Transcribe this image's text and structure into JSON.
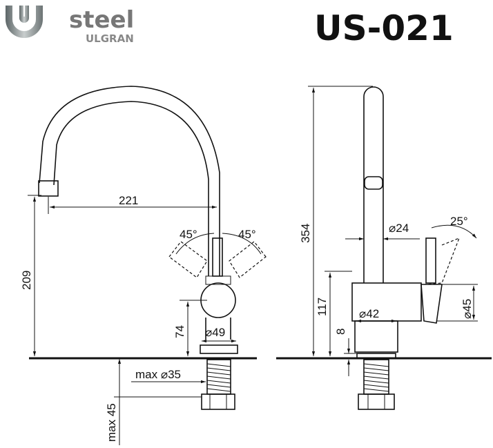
{
  "logo": {
    "brand": "steel",
    "sub": "ULGRAN"
  },
  "model": "US-021",
  "front_view": {
    "dims": {
      "reach": "221",
      "angle_left": "45°",
      "angle_right": "45°",
      "spout_height": "209",
      "lever_height": "74",
      "base_diameter": "⌀49",
      "max_hole": "max ⌀35",
      "max_thickness": "max 45"
    }
  },
  "side_view": {
    "dims": {
      "total_height": "354",
      "body_height": "117",
      "pipe_diameter": "⌀24",
      "lever_angle": "25°",
      "body_diameter": "⌀45",
      "base_diameter": "⌀42",
      "base_height": "8"
    }
  }
}
